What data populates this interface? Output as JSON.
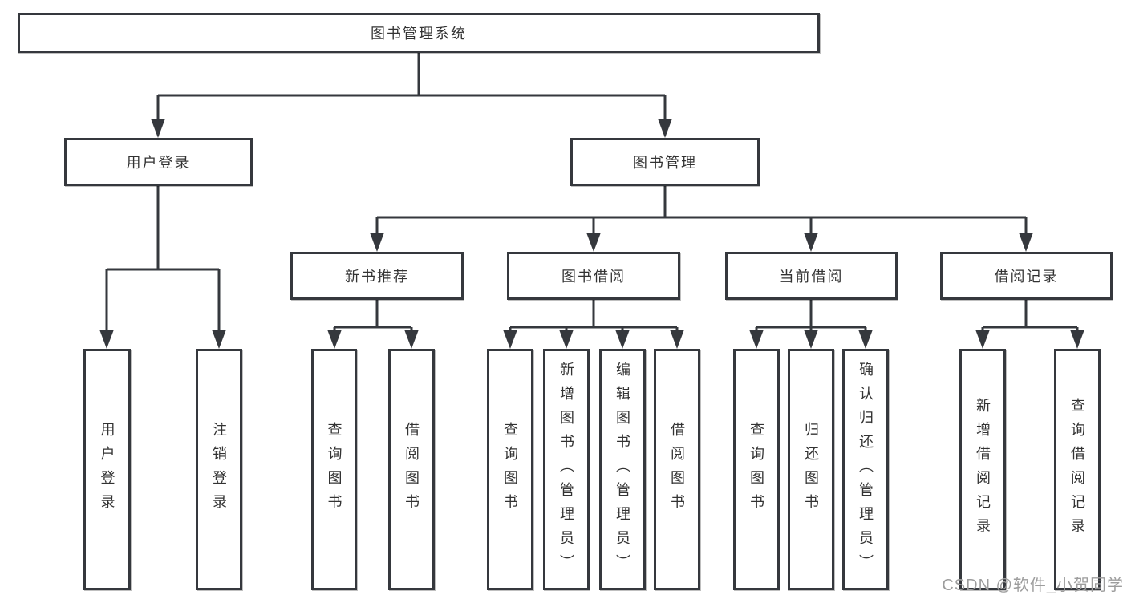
{
  "diagram": {
    "title": "图书管理系统",
    "root": "图书管理系统",
    "branches": [
      {
        "label": "用户登录",
        "children": [
          "用户登录",
          "注销登录"
        ]
      },
      {
        "label": "图书管理",
        "sections": [
          {
            "label": "新书推荐",
            "children": [
              "查询图书",
              "借阅图书"
            ]
          },
          {
            "label": "图书借阅",
            "children": [
              "查询图书",
              "新增图书（管理员）",
              "编辑图书（管理员）",
              "借阅图书"
            ]
          },
          {
            "label": "当前借阅",
            "children": [
              "查询图书",
              "归还图书",
              "确认归还（管理员）"
            ]
          },
          {
            "label": "借阅记录",
            "children": [
              "新增借阅记录",
              "查询借阅记录"
            ]
          }
        ]
      }
    ]
  },
  "watermark": {
    "text": "CSDN @软件_小贺同学"
  },
  "colors": {
    "line": "#35383d",
    "text": "#333333",
    "background": "#ffffff",
    "watermark": "#9d9d9d"
  }
}
